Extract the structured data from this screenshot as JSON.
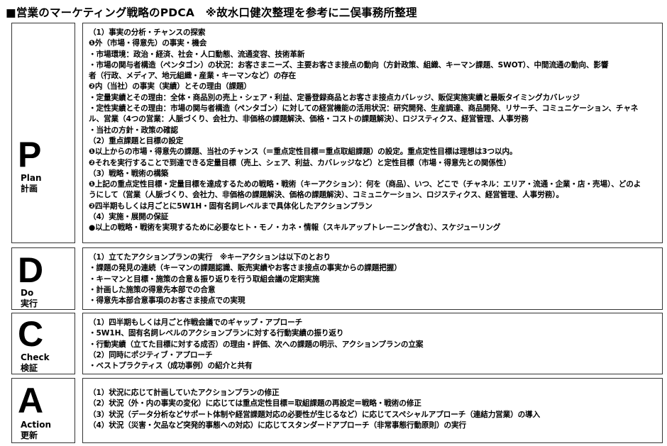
{
  "title": "■営業のマーケティング戦略のPDCA　※故水口健次整理を参考に二俣事務所整理",
  "sections": [
    {
      "letter": "P",
      "eng": "Plan",
      "jp": "計画",
      "lines": [
        "（1）事実の分析・チャンスの探索",
        "❶外（市場・得意先）の事実・機会",
        "・市場環境：政治・経済、社会・人口動態、流通変容、技術革新",
        "・市場の関与者構造（ペンタゴン）の状況：お客さまニーズ、主要お客さま接点の動向（方針政策、組織、キーマン課題、SWOT）、中間流通の動向、影響",
        "者（行政、メディア、地元組織・産業・キーマンなど）の存在",
        "❷内（当社）の事実（実績）とその理由（課題）",
        "・定量実績とその理由：全体・商品別の売上・シェア・利益、定番登録商品とお客さま接点カバレッジ、販促実施実績と最販タイミングカバレッジ",
        "・定性実績とその理由：市場の関与者構造（ペンタゴン）に対しての経営機能の活用状況：研究開発、生産調達、商品開発、リサーチ、コミュニケーション、チャネ",
        "ル、営業（4つの営業：人脈づくり、会社力、非価格の課題解決、価格・コストの課題解決）、ロジスティクス、経営管理、人事労務",
        "・当社の方針・政策の確認",
        "（2）重点課題と目標の設定",
        "❶以上からの市場・得意先の課題、当社のチャンス（＝重点定性目標＝重点取組課題）の設定。重点定性目標は理想は3つ以内。",
        "❷それを実行することで到達できる定量目標（売上、シェア、利益、カバレッジなど）と定性目標（市場・得意先との関係性）",
        "（3）戦略・戦術の構築",
        "❶上記の重点定性目標・定量目標を達成するための戦略・戦術（キーアクション）：何を（商品）、いつ、どこで（チャネル：エリア・流通・企業・店・売場）、どのよ",
        "うにして（営業（人脈づくり、会社力、非価格の課題解決、価格の課題解決）、コミュニケーション、ロジスティクス、経営管理、人事労務）。",
        "❷四半期もしくは月ごとに5W1H・固有名詞レベルまで具体化したアクションプラン",
        "（4）実施・展開の保証",
        "●以上の戦略・戦術を実現するために必要なヒト・モノ・カネ・情報（スキルアップトレーニング含む）、スケジューリング"
      ]
    },
    {
      "letter": "D",
      "eng": "Do",
      "jp": "実行",
      "lines": [
        "（1）立てたアクションプランの実行　※キーアクションは以下のとおり",
        "・課題の発見の連続（キーマンの課題認識、販売実績やお客さま接点の事実からの課題把握）",
        "・キーマンと目標・施策の合意＆振り返りを行う取組会議の定期実施",
        "・計画した施策の得意先本部での合意",
        "・得意先本部合意事項のお客さま接点での実現"
      ]
    },
    {
      "letter": "C",
      "eng": "Check",
      "jp": "検証",
      "lines": [
        "（1）四半期もしくは月ごと作戦会議でのギャップ・アプローチ",
        "・5W1H、固有名詞レベルのアクションプランに対する行動実績の振り返り",
        "・行動実績（立てた目標に対する成否）の理由・評価、次への課題の明示、アクションプランの立案",
        "（2）同時にポジティブ・アプローチ",
        "・ベストプラクティス（成功事例）の紹介と共有"
      ]
    },
    {
      "letter": "A",
      "eng": "Action",
      "jp": "更新",
      "lines": [
        "（1）状況に応じて計画していたアクションプランの修正",
        "（2）状況（外・内の事実の変化）に応じては重点定性目標＝取組課題の再設定＝戦略・戦術の修正",
        "（3）状況（データ分析などサポート体制や経営課題対応の必要性が生じるなど）に応じてスペシャルアプローチ（連結力営業）の導入",
        "（4）状況（災害・欠品など突発的事態への対応）に応じてスタンダードアプローチ（非常事態行動原則）の実行"
      ]
    }
  ]
}
